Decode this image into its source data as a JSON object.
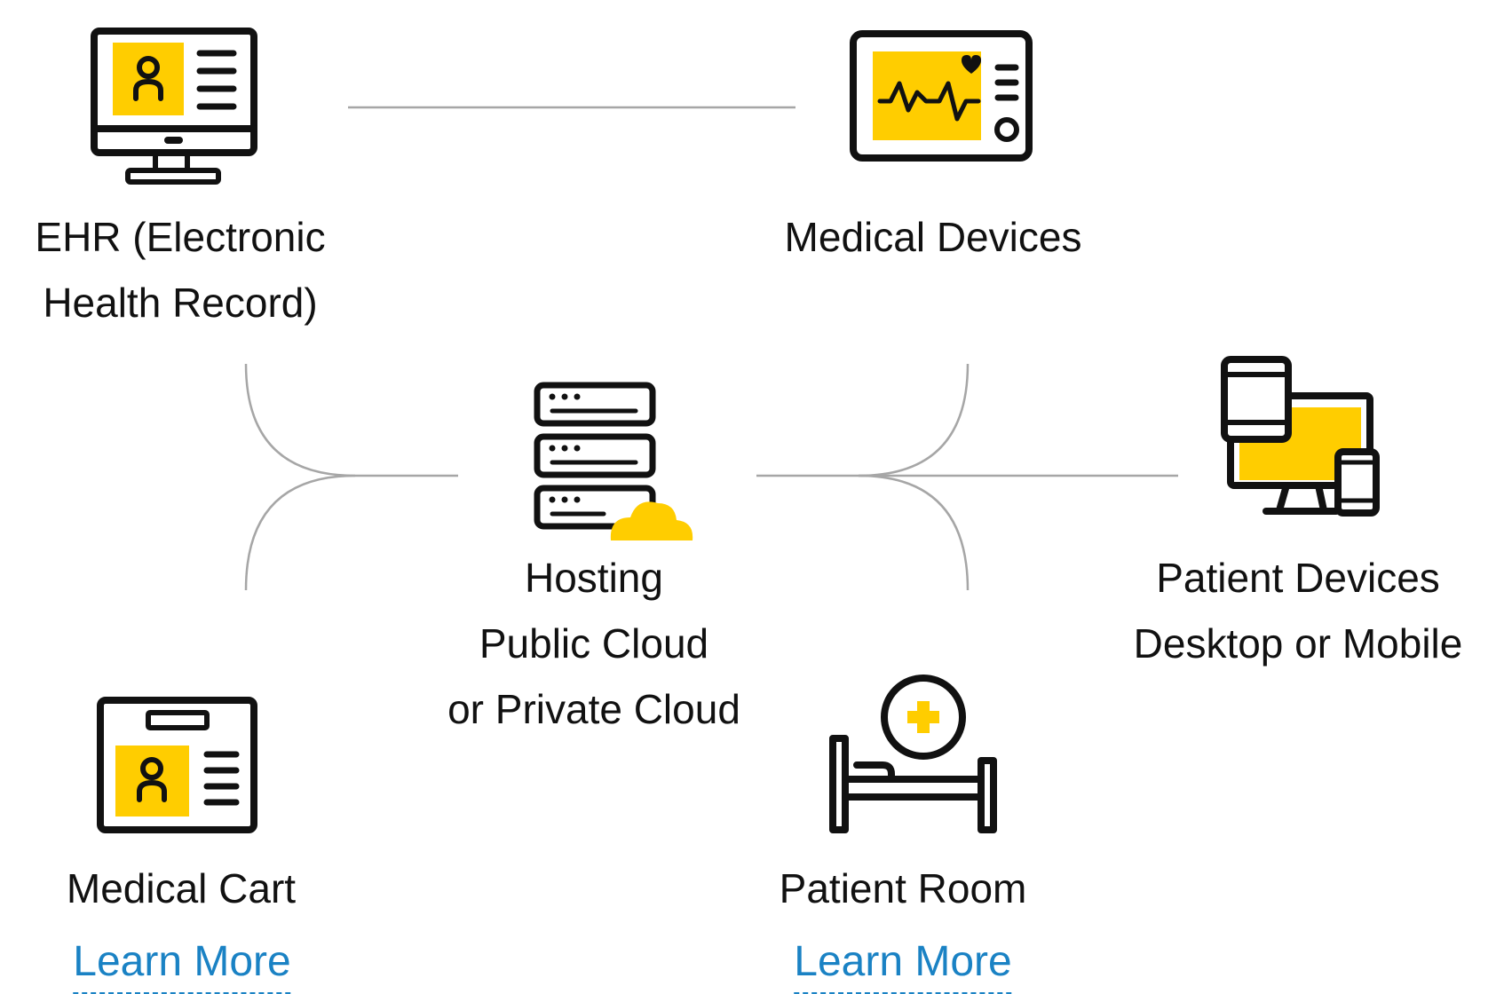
{
  "colors": {
    "accent": "#FFCD00",
    "stroke": "#111111",
    "connector": "#a6a6a6",
    "link": "#1a82c4"
  },
  "nodes": {
    "ehr": {
      "icon": "computer-monitor-patient-record-icon",
      "lines": [
        "EHR (Electronic",
        "Health Record)"
      ]
    },
    "medical_devices": {
      "icon": "vital-signs-monitor-icon",
      "lines": [
        "Medical Devices"
      ]
    },
    "hosting": {
      "icon": "server-cloud-icon",
      "lines": [
        "Hosting",
        "Public Cloud",
        "or Private Cloud"
      ]
    },
    "patient_devices": {
      "icon": "tablet-desktop-mobile-icon",
      "lines": [
        "Patient Devices",
        "Desktop or Mobile"
      ]
    },
    "medical_cart": {
      "icon": "medical-cart-id-card-icon",
      "lines": [
        "Medical Cart"
      ],
      "link": "Learn More"
    },
    "patient_room": {
      "icon": "hospital-bed-icon",
      "lines": [
        "Patient Room"
      ],
      "link": "Learn More"
    }
  }
}
